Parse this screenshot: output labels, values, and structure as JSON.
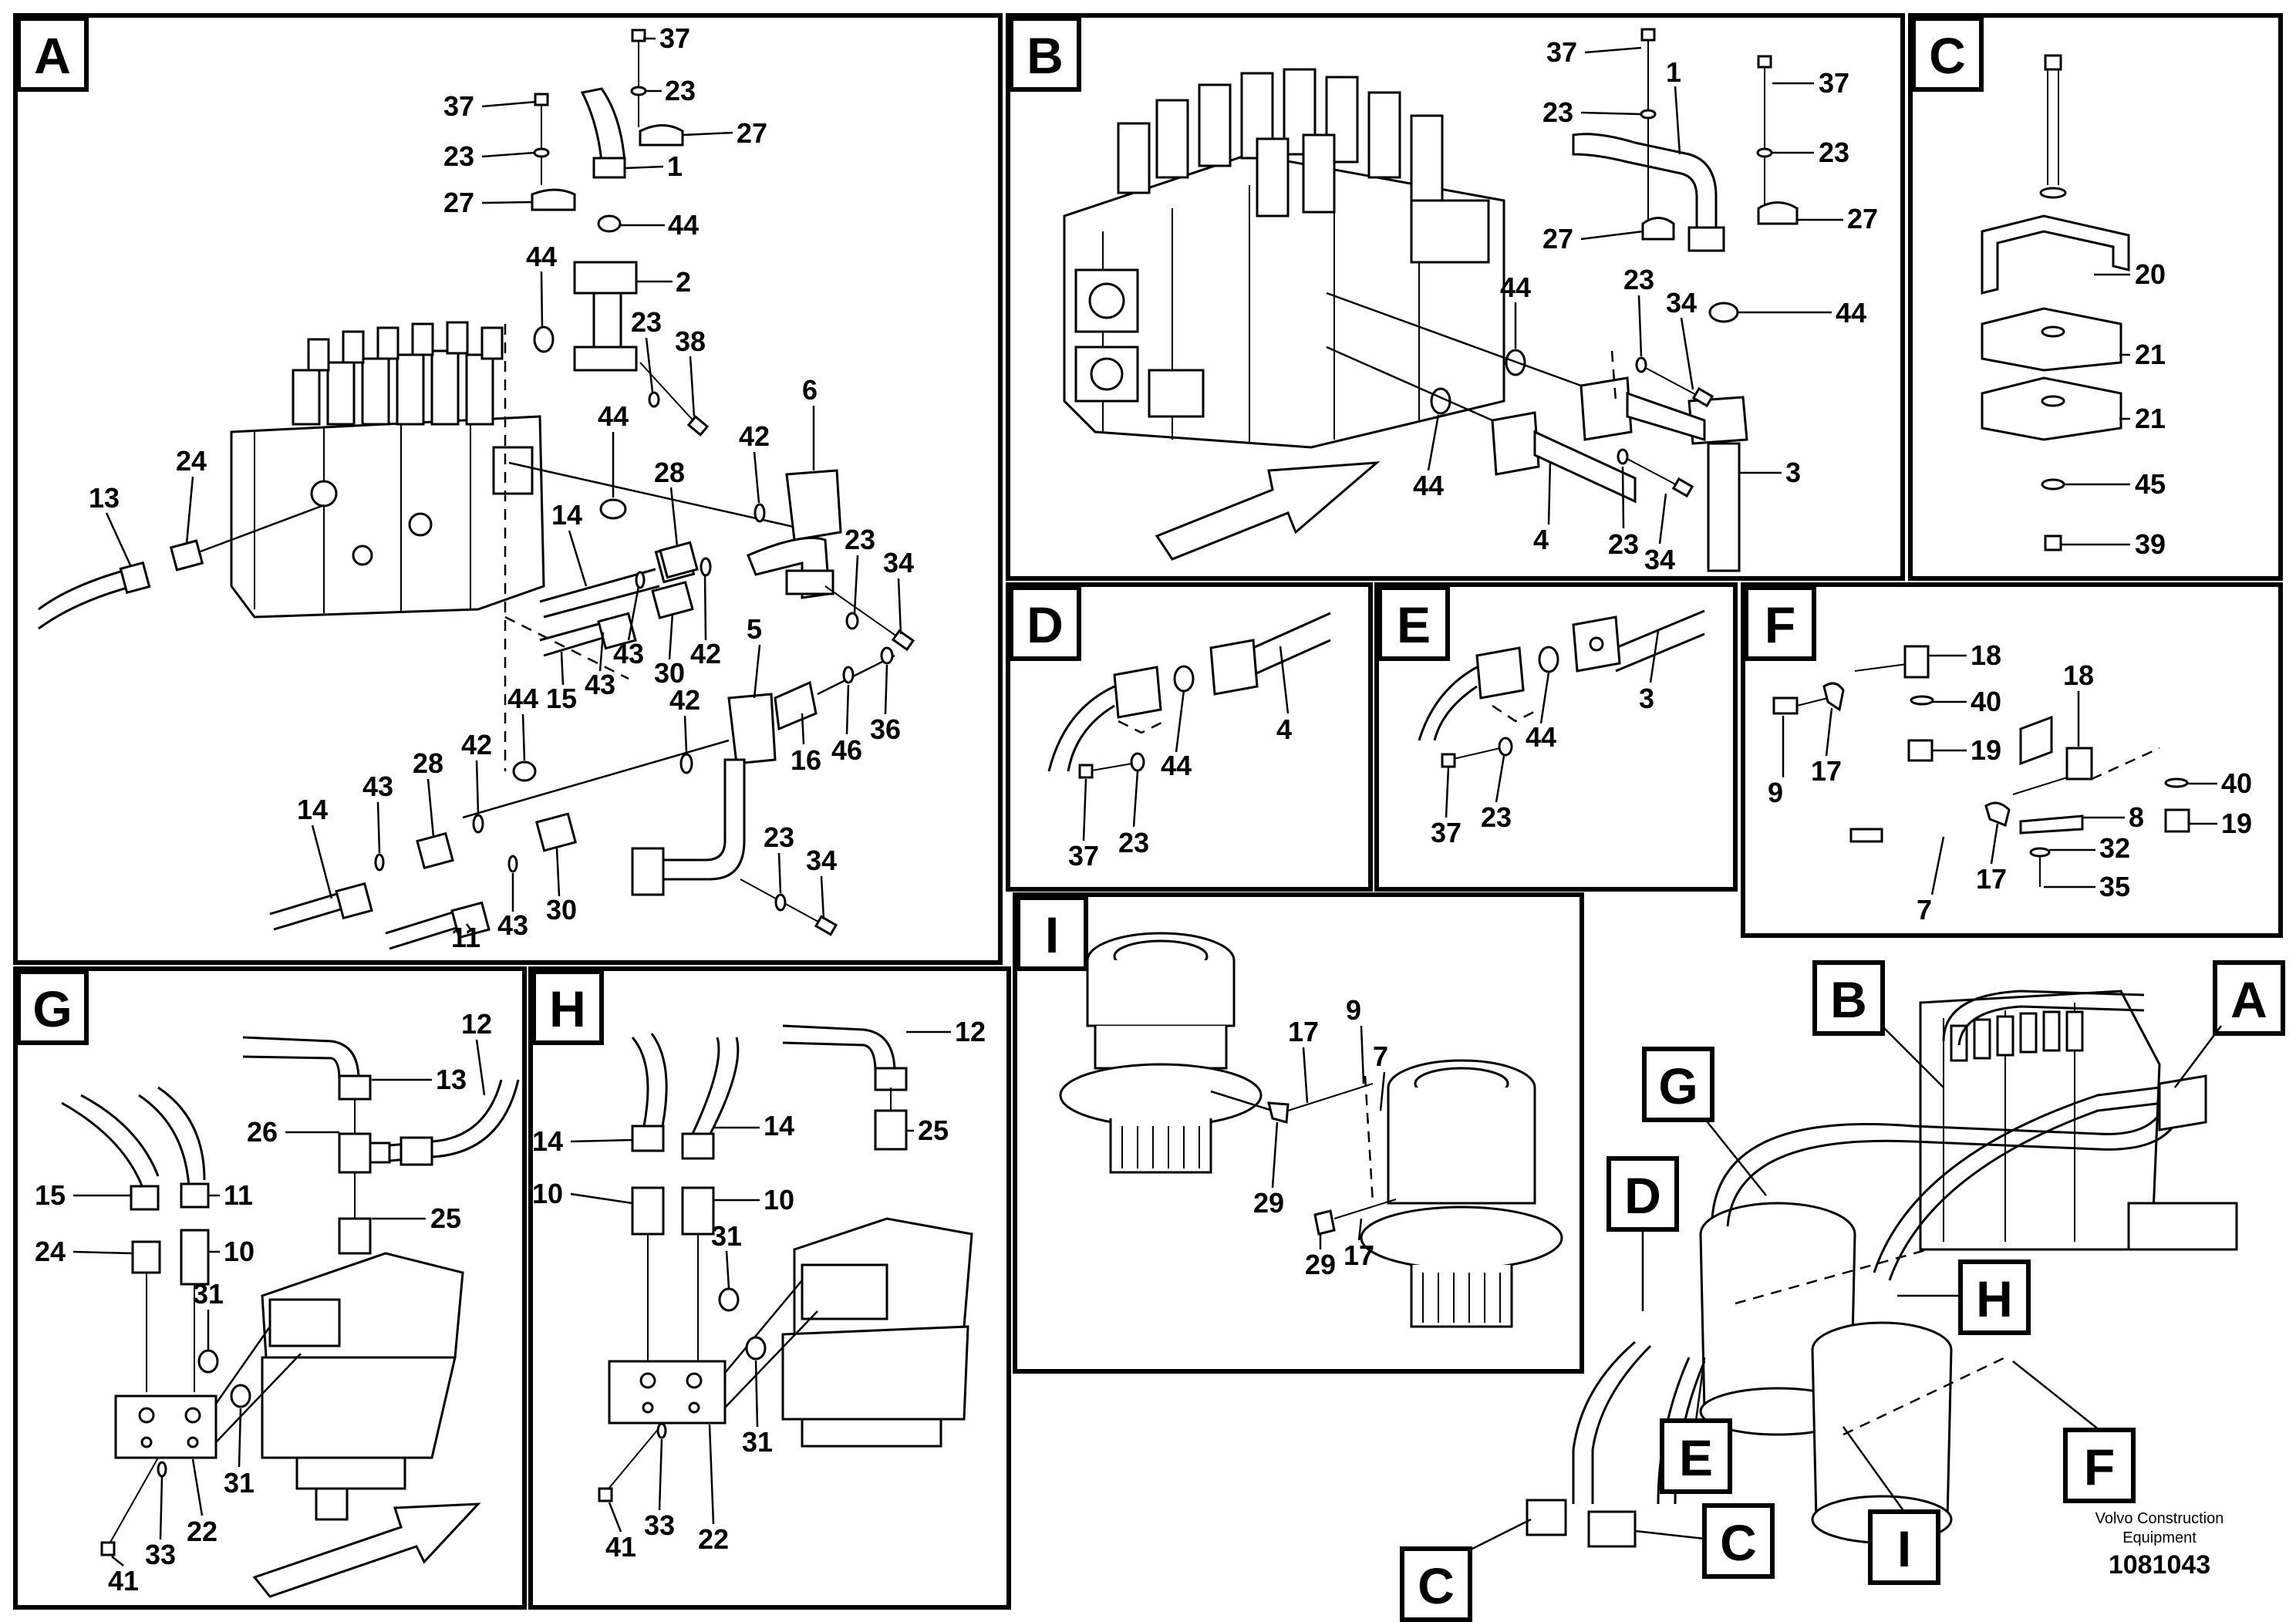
{
  "panels": [
    {
      "id": "A",
      "label": "A"
    },
    {
      "id": "B",
      "label": "B"
    },
    {
      "id": "C",
      "label": "C"
    },
    {
      "id": "D",
      "label": "D"
    },
    {
      "id": "E",
      "label": "E"
    },
    {
      "id": "F",
      "label": "F"
    },
    {
      "id": "G",
      "label": "G"
    },
    {
      "id": "H",
      "label": "H"
    },
    {
      "id": "I",
      "label": "I"
    }
  ],
  "overview_tags": [
    "A",
    "B",
    "C",
    "C",
    "D",
    "E",
    "F",
    "G",
    "H",
    "I"
  ],
  "callouts": {
    "A": [
      "37",
      "23",
      "27",
      "37",
      "23",
      "27",
      "1",
      "44",
      "2",
      "44",
      "23",
      "38",
      "13",
      "24",
      "44",
      "28",
      "42",
      "6",
      "14",
      "23",
      "34",
      "43",
      "30",
      "42",
      "15",
      "43",
      "5",
      "16",
      "46",
      "36",
      "44",
      "42",
      "28",
      "42",
      "43",
      "14",
      "11",
      "43",
      "30",
      "23",
      "34"
    ],
    "B": [
      "37",
      "1",
      "37",
      "23",
      "23",
      "27",
      "27",
      "44",
      "23",
      "34",
      "44",
      "44",
      "3",
      "4",
      "23",
      "34"
    ],
    "C": [
      "20",
      "21",
      "21",
      "45",
      "39"
    ],
    "D": [
      "4",
      "44",
      "37",
      "23"
    ],
    "E": [
      "3",
      "44",
      "37",
      "23"
    ],
    "F": [
      "18",
      "40",
      "19",
      "9",
      "17",
      "18",
      "40",
      "8",
      "19",
      "32",
      "35",
      "7",
      "17"
    ],
    "G": [
      "12",
      "13",
      "26",
      "25",
      "15",
      "11",
      "24",
      "10",
      "31",
      "22",
      "31",
      "41",
      "33"
    ],
    "H": [
      "12",
      "14",
      "14",
      "25",
      "10",
      "10",
      "31",
      "31",
      "22",
      "41",
      "33"
    ],
    "I": [
      "9",
      "17",
      "7",
      "29",
      "29",
      "17"
    ]
  },
  "footer": {
    "brand_line1": "Volvo Construction",
    "brand_line2": "Equipment",
    "drawing_number": "1081043"
  }
}
